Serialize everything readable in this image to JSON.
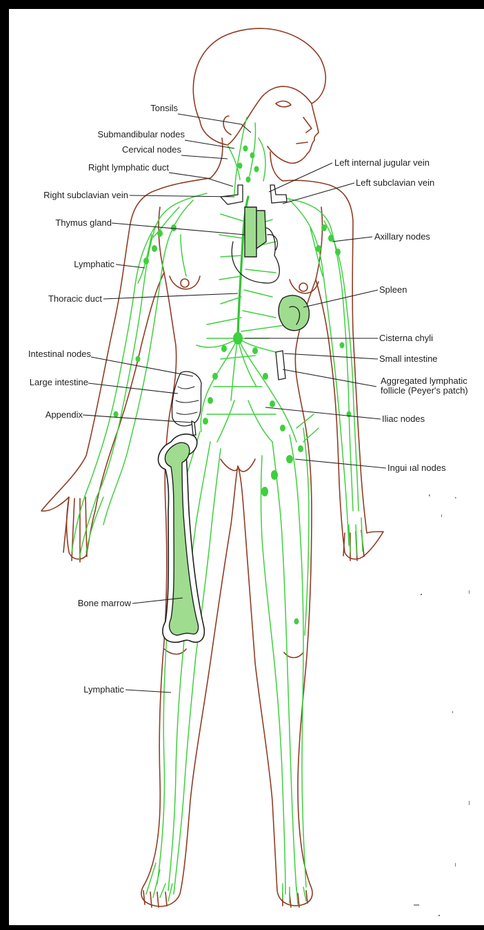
{
  "labels": {
    "tonsils": "Tonsils",
    "submandibular_nodes": "Submandibular nodes",
    "cervical_nodes": "Cervical nodes",
    "right_lymphatic_duct": "Right lymphatic duct",
    "right_subclavian_vein": "Right subclavian vein",
    "thymus_gland": "Thymus gland",
    "lymphatic_arm": "Lymphatic",
    "thoracic_duct": "Thoracic duct",
    "intestinal_nodes": "Intestinal nodes",
    "large_intestine": "Large intestine",
    "appendix": "Appendix",
    "bone_marrow": "Bone marrow",
    "lymphatic_leg": "Lymphatic",
    "left_internal_jugular_vein": "Left internal jugular vein",
    "left_subclavian_vein": "Left subclavian vein",
    "axillary_nodes": "Axillary nodes",
    "spleen": "Spleen",
    "cisterna_chyli": "Cisterna chyli",
    "small_intestine": "Small intestine",
    "aggregated_lymphatic_line1": "Aggregated lymphatic",
    "aggregated_lymphatic_line2": "follicle (Peyer's patch)",
    "iliac_nodes": "Iliac nodes",
    "inguinal_nodes": "Ingui ıal nodes"
  },
  "colors": {
    "lymphatic_green": "#3fcf3f",
    "organ_fill": "#9fdc8f",
    "body_outline": "#8f3b22",
    "label_text": "#1e1e1e",
    "frame": "#000000"
  }
}
